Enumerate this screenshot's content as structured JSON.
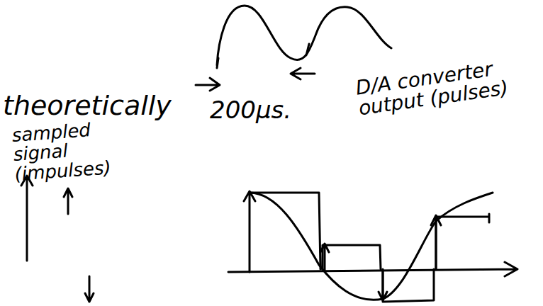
{
  "diagram": {
    "labels": [
      "theoretically",
      "200μs.",
      "sampled signal (impulses)",
      "D/A converter output (pulses)"
    ]
  }
}
